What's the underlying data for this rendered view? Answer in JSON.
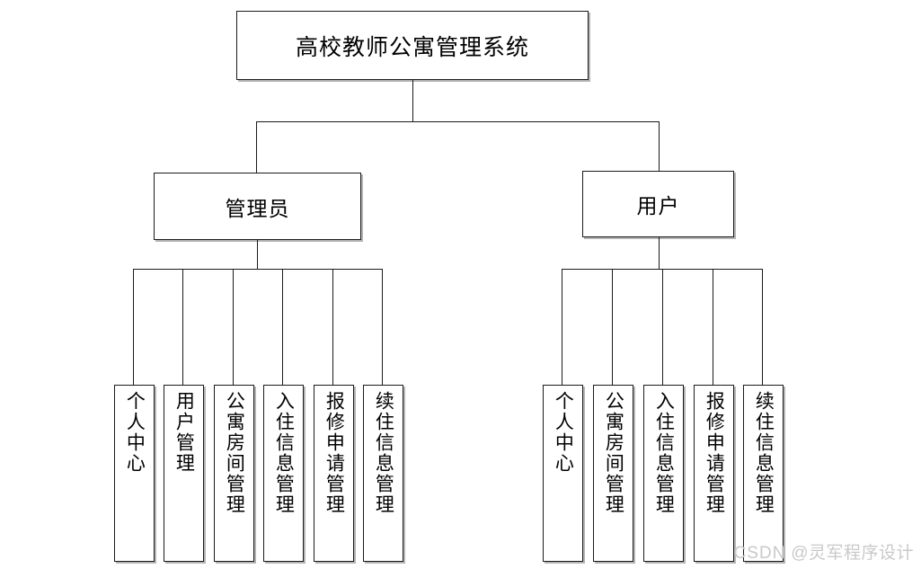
{
  "diagram": {
    "type": "tree",
    "root": {
      "label": "高校教师公寓管理系统"
    },
    "branches": [
      {
        "id": "admin",
        "label": "管理员",
        "leaves": [
          {
            "label": "个人中心"
          },
          {
            "label": "用户管理"
          },
          {
            "label": "公寓房间管理"
          },
          {
            "label": "入住信息管理"
          },
          {
            "label": "报修申请管理"
          },
          {
            "label": "续住信息管理"
          }
        ]
      },
      {
        "id": "user",
        "label": "用户",
        "leaves": [
          {
            "label": "个人中心"
          },
          {
            "label": "公寓房间管理"
          },
          {
            "label": "入住信息管理"
          },
          {
            "label": "报修申请管理"
          },
          {
            "label": "续住信息管理"
          }
        ]
      }
    ]
  },
  "watermark": {
    "brand": "CSDN",
    "author": "@灵军程序设计"
  },
  "colors": {
    "line": "#1a1a1a",
    "box_fill": "#ffffff",
    "text": "#000000",
    "watermark": "#c9c9c9",
    "background": "#ffffff"
  }
}
